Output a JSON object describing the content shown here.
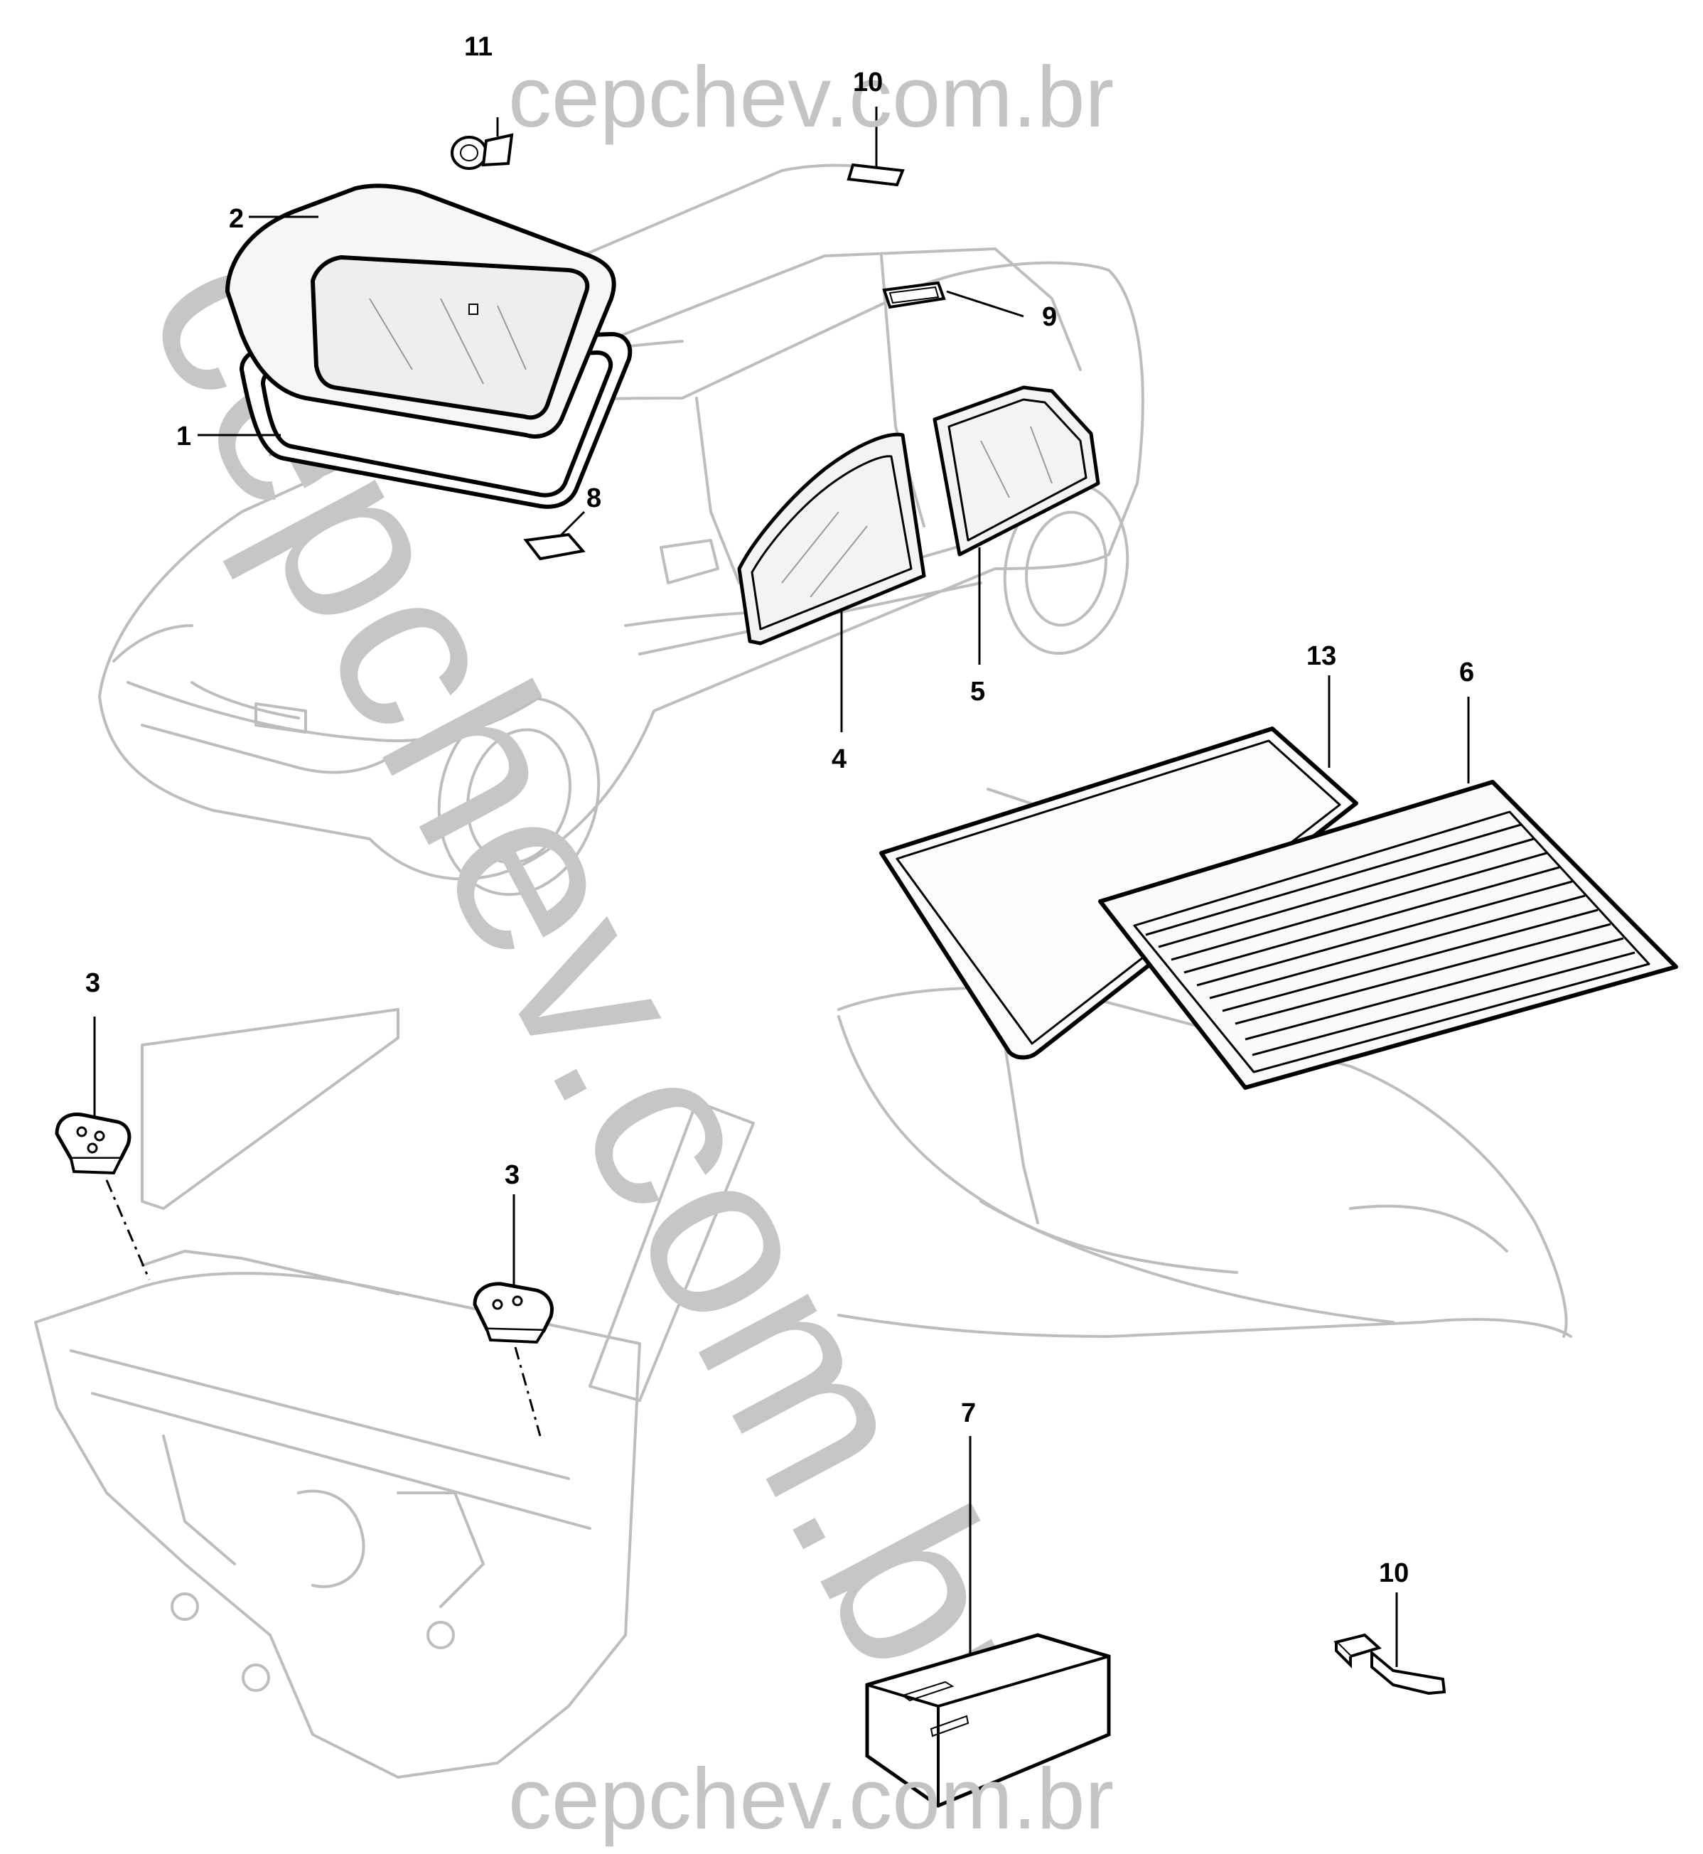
{
  "watermark": {
    "top_text": "cepchev.com.br",
    "bottom_text": "cepchev.com.br",
    "diagonal_text": "cepchev.com.br"
  },
  "callouts": {
    "c1": "1",
    "c2": "2",
    "c3a": "3",
    "c3b": "3",
    "c4": "4",
    "c5": "5",
    "c6": "6",
    "c7": "7",
    "c8": "8",
    "c9": "9",
    "c10a": "10",
    "c10b": "10",
    "c11": "11",
    "c13": "13"
  },
  "colors": {
    "line": "#000000",
    "ghost_outline": "#bdbdbd",
    "watermark": "#c4c4c4"
  }
}
